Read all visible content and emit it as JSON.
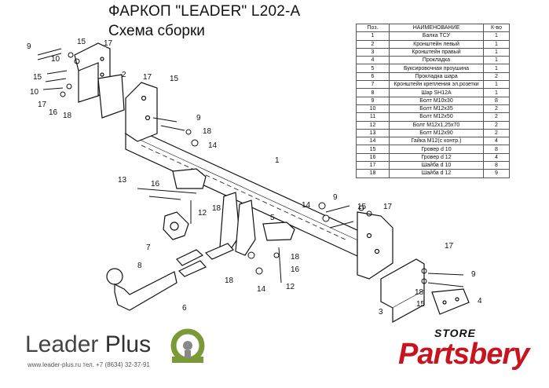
{
  "header": {
    "title": "ФАРКОП \"LEADER\" L202-A",
    "subtitle": "Схема сборки"
  },
  "table": {
    "headers": [
      "Поз.",
      "НАИМЕНОВАНИЕ",
      "К-во"
    ],
    "rows": [
      [
        "1",
        "Балка ТСУ",
        "1"
      ],
      [
        "2",
        "Кронштейн левый",
        "1"
      ],
      [
        "3",
        "Кронштейн правый",
        "1"
      ],
      [
        "4",
        "Прокладка",
        "1"
      ],
      [
        "5",
        "Буксировочная проушина",
        "1"
      ],
      [
        "6",
        "Прокладка шара",
        "2"
      ],
      [
        "7",
        "Кронштейн крепления эл.розетки",
        "1"
      ],
      [
        "8",
        "Шар SH12A",
        "1"
      ],
      [
        "9",
        "Болт M10x30",
        "8"
      ],
      [
        "10",
        "Болт M12x35",
        "2"
      ],
      [
        "11",
        "Болт M12x50",
        "2"
      ],
      [
        "12",
        "Болт M12x1,25x70",
        "2"
      ],
      [
        "13",
        "Болт M12x90",
        "2"
      ],
      [
        "14",
        "Гайка M12(с контр.)",
        "4"
      ],
      [
        "15",
        "Гровер d 10",
        "8"
      ],
      [
        "16",
        "Гровер d 12",
        "4"
      ],
      [
        "17",
        "Шайба d 10",
        "8"
      ],
      [
        "18",
        "Шайба d 12",
        "9"
      ]
    ]
  },
  "callouts": {
    "c1": "1",
    "c2": "2",
    "c3": "3",
    "c4": "4",
    "c5": "5",
    "c6": "6",
    "c7": "7",
    "c8": "8",
    "c9a": "9",
    "c9b": "9",
    "c9c": "9",
    "c9d": "9",
    "c10a": "10",
    "c10b": "10",
    "c12a": "12",
    "c12b": "12",
    "c13": "13",
    "c14a": "14",
    "c14b": "14",
    "c14c": "14",
    "c15a": "15",
    "c15b": "15",
    "c15c": "15",
    "c15d": "15",
    "c15e": "15",
    "c16a": "16",
    "c16b": "16",
    "c16c": "16",
    "c17a": "17",
    "c17b": "17",
    "c17c": "17",
    "c17d": "17",
    "c17e": "17",
    "c18a": "18",
    "c18b": "18",
    "c18c": "18",
    "c18d": "18",
    "c18e": "18",
    "c18f": "18"
  },
  "brand": {
    "name_part1": "Leader ",
    "name_part2": "Plus",
    "info": "www.leader-plus.ru   тел. +7 (8634) 32-37-91",
    "logo_color": "#7a9a3a"
  },
  "shop": {
    "tag": "STORE",
    "name": "Partsbery",
    "accent": "#c8141e"
  }
}
